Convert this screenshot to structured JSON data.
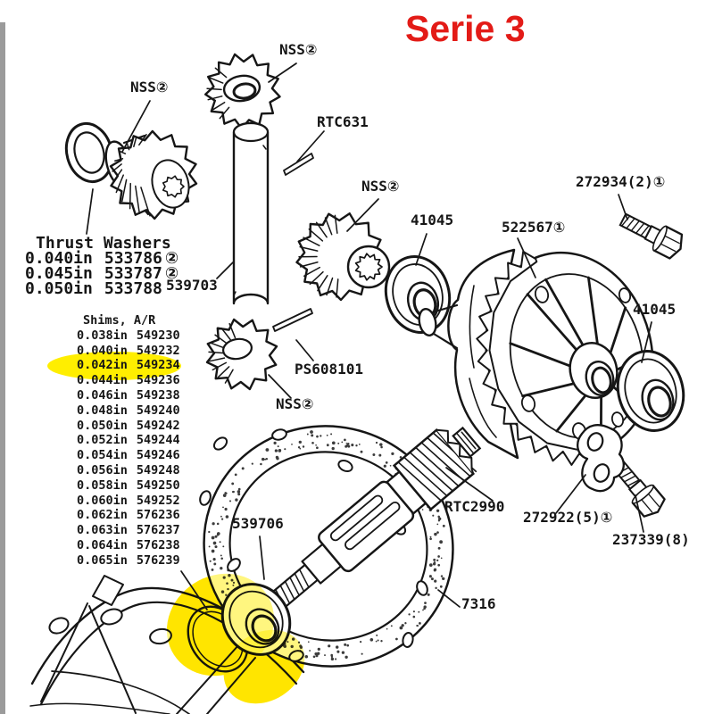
{
  "colors": {
    "title_red": "#e31b17",
    "highlight_yellow": "#ffee00",
    "ink": "#161616",
    "page_edge_gray": "#9b9b9b"
  },
  "title": "Serie 3",
  "labels": {
    "nss_top": "NSS②",
    "nss_left": "NSS②",
    "nss_mid": "NSS②",
    "nss_bottom": "NSS②",
    "rtc631": "RTC631",
    "shaft": "539703",
    "ps608101": "PS608101",
    "bearing_center": "41045",
    "bearing_right": "41045",
    "diff_case": "522567①",
    "bolt_top": "272934(2)①",
    "rtc2990": "RTC2990",
    "lock_tab": "272922(5)①",
    "bolt_bottom": "237339(8)",
    "gasket": "7316",
    "pinion": "539706"
  },
  "thrust_washers": {
    "header": "Thrust Washers",
    "rows": [
      {
        "size": "0.040in",
        "part": "533786",
        "qty": "②"
      },
      {
        "size": "0.045in",
        "part": "533787",
        "qty": "②"
      },
      {
        "size": "0.050in",
        "part": "533788",
        "qty": ""
      }
    ]
  },
  "shims": {
    "header": "Shims, A/R",
    "highlighted_part": "549234",
    "rows": [
      {
        "size": "0.038in",
        "part": "549230"
      },
      {
        "size": "0.040in",
        "part": "549232"
      },
      {
        "size": "0.042in",
        "part": "549234",
        "highlight": true
      },
      {
        "size": "0.044in",
        "part": "549236"
      },
      {
        "size": "0.046in",
        "part": "549238"
      },
      {
        "size": "0.048in",
        "part": "549240"
      },
      {
        "size": "0.050in",
        "part": "549242"
      },
      {
        "size": "0.052in",
        "part": "549244"
      },
      {
        "size": "0.054in",
        "part": "549246"
      },
      {
        "size": "0.056in",
        "part": "549248"
      },
      {
        "size": "0.058in",
        "part": "549250"
      },
      {
        "size": "0.060in",
        "part": "549252"
      },
      {
        "size": "0.062in",
        "part": "576236"
      },
      {
        "size": "0.063in",
        "part": "576237"
      },
      {
        "size": "0.064in",
        "part": "576238"
      },
      {
        "size": "0.065in",
        "part": "576239"
      }
    ]
  }
}
